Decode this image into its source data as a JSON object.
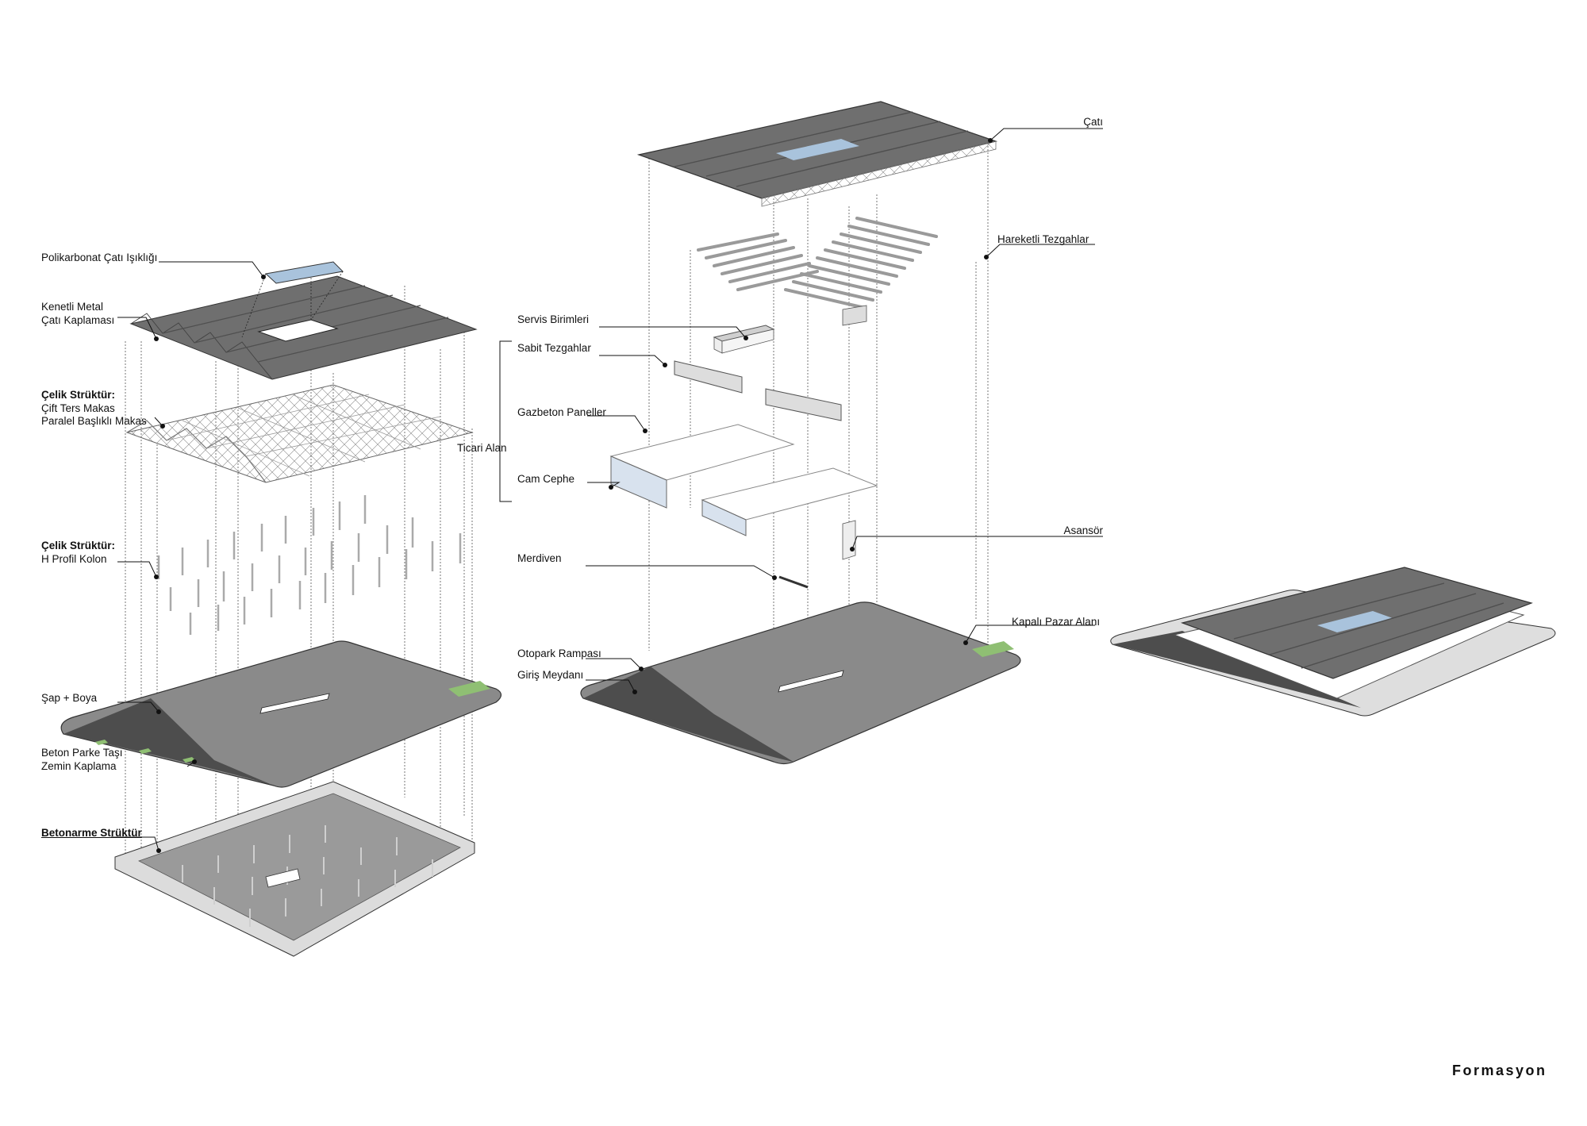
{
  "brand": "Formasyon",
  "left_stack": {
    "polikarbonat": "Polikarbonat Çatı Işıklığı",
    "kenetli_1": "Kenetli Metal",
    "kenetli_2": "Çatı Kaplaması",
    "celik_1_title": "Çelik Strüktür:",
    "celik_1_l2": "Çift Ters Makas",
    "celik_1_l3": "Paralel Başlıklı Makas",
    "ticari": "Ticari Alan",
    "celik_2_title": "Çelik Strüktür:",
    "celik_2_l2": "H Profil Kolon",
    "sap": "Şap + Boya",
    "beton_1": "Beton Parke Taşı",
    "beton_2": "Zemin Kaplama",
    "betonarme": "Betonarme Strüktür"
  },
  "center_stack": {
    "cati": "Çatı",
    "hareketli": "Hareketli Tezgahlar",
    "servis": "Servis Birimleri",
    "sabit": "Sabit Tezgahlar",
    "gazbeton": "Gazbeton Paneller",
    "cam": "Cam Cephe",
    "asansor": "Asansör",
    "merdiven": "Merdiven",
    "kapali": "Kapalı Pazar Alanı",
    "otopark": "Otopark Rampası",
    "giris": "Giriş Meydanı"
  },
  "colors": {
    "roof": "#6f6f6f",
    "roof_dark": "#555555",
    "slab": "#8a8a8a",
    "base_floor": "#9a9a9a",
    "skylight": "#a9c3dc",
    "grass": "#8fbf73",
    "line": "#222222"
  }
}
